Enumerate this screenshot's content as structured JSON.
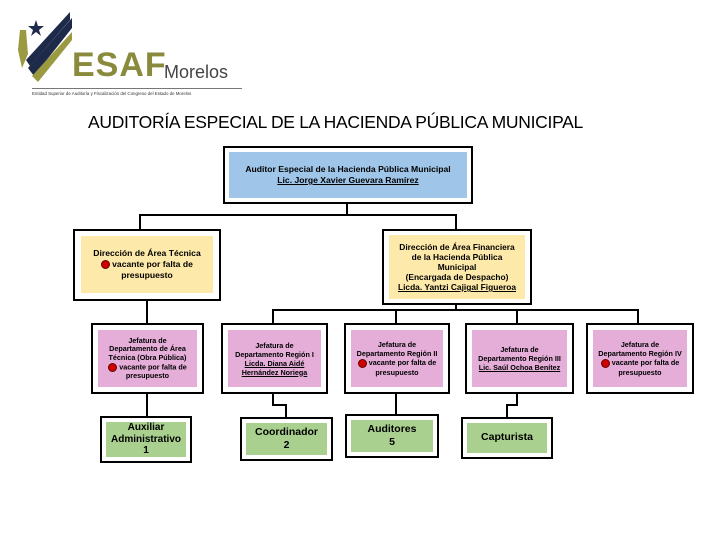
{
  "header": {
    "logo_main": "ESAF",
    "logo_sub": "Morelos",
    "logo_caption": "Entidad Superior de Auditoría y Fiscalización del Congreso del Estado de Morelos"
  },
  "title": "AUDITORÍA ESPECIAL DE LA HACIENDA PÚBLICA MUNICIPAL",
  "nodes": {
    "auditor": {
      "line1": "Auditor Especial de la Hacienda Pública Municipal",
      "name": "Lic. Jorge Xavier Guevara Ramírez"
    },
    "tecnica": {
      "line1": "Dirección de Área Técnica",
      "vacante": "vacante por falta de",
      "line3": "presupuesto"
    },
    "financiera": {
      "line1": "Dirección de Área Financiera",
      "line2": "de la Hacienda Pública",
      "line3": "Municipal",
      "line4": "(Encargada de Despacho)",
      "name": "Licda. Yantzi Cajigal Figueroa"
    },
    "obra": {
      "line1": "Jefatura de",
      "line2": "Departamento de Área",
      "line3": "Técnica (Obra Pública)",
      "vacante": "vacante por falta de",
      "line5": "presupuesto"
    },
    "region1": {
      "line1": "Jefatura de",
      "line2": "Departamento Región I",
      "name1": "Licda. Diana Aidé",
      "name2": "Hernández Noriega"
    },
    "region2": {
      "line1": "Jefatura de",
      "line2": "Departamento Región II",
      "vacante": "vacante por falta de",
      "line4": "presupuesto"
    },
    "region3": {
      "line1": "Jefatura de",
      "line2": "Departamento Región III",
      "name": "Lic. Saúl Ochoa Benítez"
    },
    "region4": {
      "line1": "Jefatura de",
      "line2": "Departamento Región IV",
      "vacante": "vacante por falta de",
      "line4": "presupuesto"
    },
    "auxiliar": {
      "line1": "Auxiliar",
      "line2": "Administrativo",
      "line3": "1"
    },
    "coordinador": {
      "line1": "Coordinador",
      "line2": "2"
    },
    "auditores": {
      "line1": "Auditores",
      "line2": "5"
    },
    "capturista": {
      "line1": "Capturista"
    }
  },
  "colors": {
    "blue": "#9fc5e8",
    "yellow": "#fde9a9",
    "pink": "#e4aed8",
    "green": "#a9d08e",
    "dot": "#d00000"
  }
}
